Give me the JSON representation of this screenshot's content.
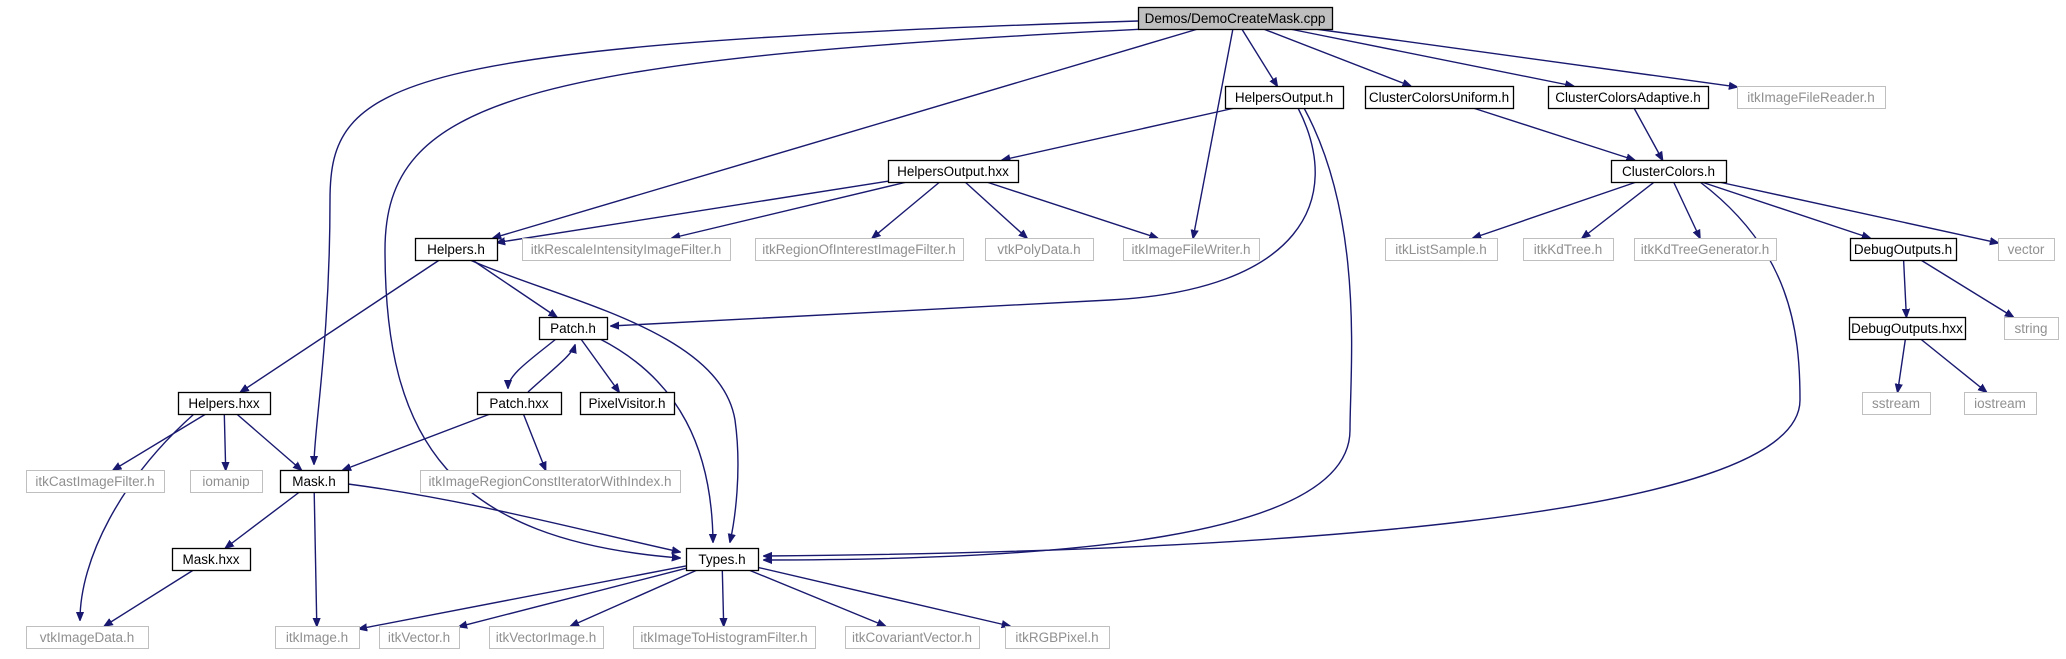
{
  "colors": {
    "edge": "#191970",
    "internal_border": "#000000",
    "external_border": "#bfbfbf",
    "root_fill": "#bfbfbf"
  },
  "nodes": [
    {
      "id": "root",
      "label": "Demos/DemoCreateMask.cpp",
      "kind": "root"
    },
    {
      "id": "helpersOutputH",
      "label": "HelpersOutput.h",
      "kind": "internal"
    },
    {
      "id": "ccUniform",
      "label": "ClusterColorsUniform.h",
      "kind": "internal"
    },
    {
      "id": "ccAdaptive",
      "label": "ClusterColorsAdaptive.h",
      "kind": "internal"
    },
    {
      "id": "itkFileReader",
      "label": "itkImageFileReader.h",
      "kind": "external"
    },
    {
      "id": "helpersOutputHxx",
      "label": "HelpersOutput.hxx",
      "kind": "internal"
    },
    {
      "id": "clusterColors",
      "label": "ClusterColors.h",
      "kind": "internal"
    },
    {
      "id": "helpersH",
      "label": "Helpers.h",
      "kind": "internal"
    },
    {
      "id": "itkRescale",
      "label": "itkRescaleIntensityImageFilter.h",
      "kind": "external"
    },
    {
      "id": "itkROI",
      "label": "itkRegionOfInterestImageFilter.h",
      "kind": "external"
    },
    {
      "id": "vtkPolyData",
      "label": "vtkPolyData.h",
      "kind": "external"
    },
    {
      "id": "itkFileWriter",
      "label": "itkImageFileWriter.h",
      "kind": "external"
    },
    {
      "id": "itkListSample",
      "label": "itkListSample.h",
      "kind": "external"
    },
    {
      "id": "itkKdTree",
      "label": "itkKdTree.h",
      "kind": "external"
    },
    {
      "id": "itkKdTreeGen",
      "label": "itkKdTreeGenerator.h",
      "kind": "external"
    },
    {
      "id": "debugOutputsH",
      "label": "DebugOutputs.h",
      "kind": "internal"
    },
    {
      "id": "vector",
      "label": "vector",
      "kind": "external"
    },
    {
      "id": "patchH",
      "label": "Patch.h",
      "kind": "internal"
    },
    {
      "id": "debugOutputsHxx",
      "label": "DebugOutputs.hxx",
      "kind": "internal"
    },
    {
      "id": "string",
      "label": "string",
      "kind": "external"
    },
    {
      "id": "helpersHxx",
      "label": "Helpers.hxx",
      "kind": "internal"
    },
    {
      "id": "patchHxx",
      "label": "Patch.hxx",
      "kind": "internal"
    },
    {
      "id": "pixelVisitor",
      "label": "PixelVisitor.h",
      "kind": "internal"
    },
    {
      "id": "sstream",
      "label": "sstream",
      "kind": "external"
    },
    {
      "id": "iostream",
      "label": "iostream",
      "kind": "external"
    },
    {
      "id": "itkRegionConstIter",
      "label": "itkImageRegionConstIteratorWithIndex.h",
      "kind": "external"
    },
    {
      "id": "itkCast",
      "label": "itkCastImageFilter.h",
      "kind": "external"
    },
    {
      "id": "iomanip",
      "label": "iomanip",
      "kind": "external"
    },
    {
      "id": "maskH",
      "label": "Mask.h",
      "kind": "internal"
    },
    {
      "id": "maskHxx",
      "label": "Mask.hxx",
      "kind": "internal"
    },
    {
      "id": "typesH",
      "label": "Types.h",
      "kind": "internal"
    },
    {
      "id": "vtkImageData",
      "label": "vtkImageData.h",
      "kind": "external"
    },
    {
      "id": "itkImage",
      "label": "itkImage.h",
      "kind": "external"
    },
    {
      "id": "itkVector",
      "label": "itkVector.h",
      "kind": "external"
    },
    {
      "id": "itkVectorImage",
      "label": "itkVectorImage.h",
      "kind": "external"
    },
    {
      "id": "itkHistogram",
      "label": "itkImageToHistogramFilter.h",
      "kind": "external"
    },
    {
      "id": "itkCovariant",
      "label": "itkCovariantVector.h",
      "kind": "external"
    },
    {
      "id": "itkRGBPixel",
      "label": "itkRGBPixel.h",
      "kind": "external"
    }
  ],
  "edges": [
    {
      "from": "root",
      "to": "helpersOutputH"
    },
    {
      "from": "root",
      "to": "ccUniform"
    },
    {
      "from": "root",
      "to": "ccAdaptive"
    },
    {
      "from": "root",
      "to": "itkFileReader"
    },
    {
      "from": "root",
      "to": "itkFileWriter"
    },
    {
      "from": "root",
      "to": "helpersH"
    },
    {
      "from": "root",
      "to": "maskH"
    },
    {
      "from": "root",
      "to": "typesH"
    },
    {
      "from": "helpersOutputH",
      "to": "helpersOutputHxx"
    },
    {
      "from": "helpersOutputH",
      "to": "patchH"
    },
    {
      "from": "helpersOutputH",
      "to": "typesH"
    },
    {
      "from": "ccUniform",
      "to": "clusterColors"
    },
    {
      "from": "ccAdaptive",
      "to": "clusterColors"
    },
    {
      "from": "helpersOutputHxx",
      "to": "helpersH"
    },
    {
      "from": "helpersOutputHxx",
      "to": "itkRescale"
    },
    {
      "from": "helpersOutputHxx",
      "to": "itkROI"
    },
    {
      "from": "helpersOutputHxx",
      "to": "vtkPolyData"
    },
    {
      "from": "helpersOutputHxx",
      "to": "itkFileWriter"
    },
    {
      "from": "clusterColors",
      "to": "itkListSample"
    },
    {
      "from": "clusterColors",
      "to": "itkKdTree"
    },
    {
      "from": "clusterColors",
      "to": "itkKdTreeGen"
    },
    {
      "from": "clusterColors",
      "to": "debugOutputsH"
    },
    {
      "from": "clusterColors",
      "to": "vector"
    },
    {
      "from": "clusterColors",
      "to": "typesH"
    },
    {
      "from": "helpersH",
      "to": "helpersHxx"
    },
    {
      "from": "helpersH",
      "to": "patchH"
    },
    {
      "from": "helpersH",
      "to": "typesH"
    },
    {
      "from": "debugOutputsH",
      "to": "debugOutputsHxx"
    },
    {
      "from": "debugOutputsH",
      "to": "string"
    },
    {
      "from": "debugOutputsHxx",
      "to": "sstream"
    },
    {
      "from": "debugOutputsHxx",
      "to": "iostream"
    },
    {
      "from": "patchH",
      "to": "patchHxx"
    },
    {
      "from": "patchH",
      "to": "pixelVisitor"
    },
    {
      "from": "patchH",
      "to": "typesH"
    },
    {
      "from": "patchHxx",
      "to": "patchH"
    },
    {
      "from": "patchHxx",
      "to": "maskH"
    },
    {
      "from": "patchHxx",
      "to": "itkRegionConstIter"
    },
    {
      "from": "helpersHxx",
      "to": "itkCast"
    },
    {
      "from": "helpersHxx",
      "to": "iomanip"
    },
    {
      "from": "helpersHxx",
      "to": "maskH"
    },
    {
      "from": "helpersHxx",
      "to": "vtkImageData"
    },
    {
      "from": "maskH",
      "to": "maskHxx"
    },
    {
      "from": "maskH",
      "to": "itkImage"
    },
    {
      "from": "maskH",
      "to": "typesH"
    },
    {
      "from": "maskHxx",
      "to": "vtkImageData"
    },
    {
      "from": "typesH",
      "to": "itkImage"
    },
    {
      "from": "typesH",
      "to": "itkVector"
    },
    {
      "from": "typesH",
      "to": "itkVectorImage"
    },
    {
      "from": "typesH",
      "to": "itkHistogram"
    },
    {
      "from": "typesH",
      "to": "itkCovariant"
    },
    {
      "from": "typesH",
      "to": "itkRGBPixel"
    }
  ]
}
